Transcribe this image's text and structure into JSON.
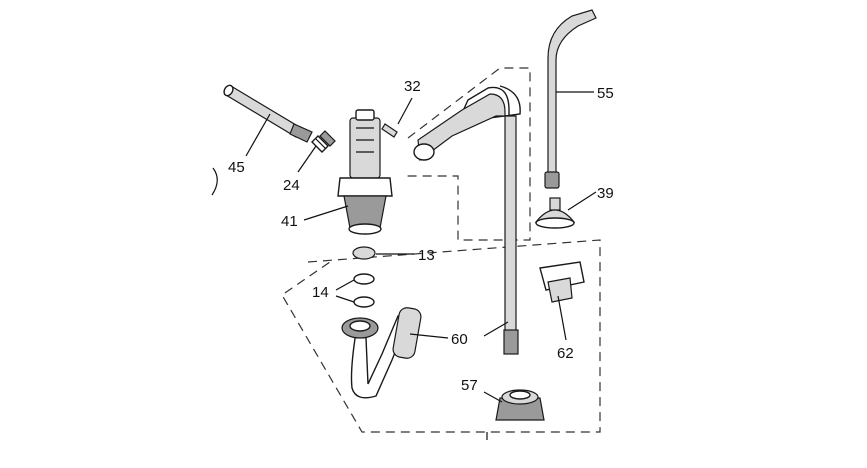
{
  "callouts": {
    "part_45": "45",
    "part_24": "24",
    "part_32": "32",
    "part_41": "41",
    "part_13": "13",
    "part_14": "14",
    "part_60": "60",
    "part_55": "55",
    "part_39": "39",
    "part_62": "62",
    "part_57": "57"
  },
  "colors": {
    "line": "#1a1a1a",
    "fill_light": "#d9d9d9",
    "fill_dark": "#9a9a9a",
    "background": "#ffffff"
  }
}
